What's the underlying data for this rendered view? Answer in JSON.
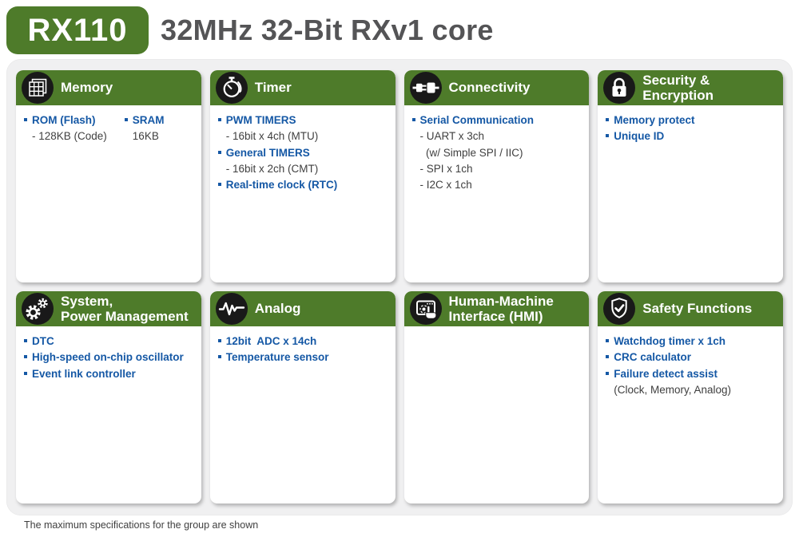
{
  "header": {
    "badge": "RX110",
    "title": "32MHz 32-Bit RXv1 core"
  },
  "colors": {
    "green": "#4e7b2a",
    "blue": "#1558a5",
    "text_dark": "#3f3f3f",
    "title_gray": "#545456",
    "icon_bg": "#191919",
    "panel_bg": "#f0f0f1",
    "card_bg": "#ffffff"
  },
  "cards": [
    {
      "name": "memory",
      "icon": "memory-grid-icon",
      "title": "Memory",
      "columns": [
        {
          "items": [
            {
              "label": "ROM (Flash)",
              "subs": [
                "- 128KB (Code)"
              ]
            }
          ]
        },
        {
          "items": [
            {
              "label": "SRAM",
              "subs": [
                "16KB"
              ]
            }
          ]
        }
      ]
    },
    {
      "name": "timer",
      "icon": "stopwatch-icon",
      "title": "Timer",
      "items": [
        {
          "label": "PWM TIMERS",
          "subs": [
            "- 16bit x 4ch (MTU)"
          ]
        },
        {
          "label": "General TIMERS",
          "subs": [
            "- 16bit x 2ch (CMT)"
          ]
        },
        {
          "label": "Real-time clock (RTC)",
          "subs": []
        }
      ]
    },
    {
      "name": "connectivity",
      "icon": "plug-icon",
      "title": "Connectivity",
      "items": [
        {
          "label": "Serial Communication",
          "subs": [
            "- UART x 3ch",
            "  (w/ Simple SPI / IIC)",
            "- SPI x 1ch",
            "- I2C x 1ch"
          ]
        }
      ]
    },
    {
      "name": "security-encryption",
      "icon": "padlock-icon",
      "title": "Security &\nEncryption",
      "items": [
        {
          "label": "Memory protect",
          "subs": []
        },
        {
          "label": "Unique ID",
          "subs": []
        }
      ]
    },
    {
      "name": "system-power-management",
      "icon": "gears-icon",
      "title": "System,\nPower Management",
      "items": [
        {
          "label": "DTC",
          "subs": []
        },
        {
          "label": "High-speed on-chip oscillator",
          "subs": []
        },
        {
          "label": "Event link controller",
          "subs": []
        }
      ]
    },
    {
      "name": "analog",
      "icon": "waveform-icon",
      "title": "Analog",
      "items": [
        {
          "label": "12bit  ADC x 14ch",
          "subs": []
        },
        {
          "label": "Temperature sensor",
          "subs": []
        }
      ]
    },
    {
      "name": "hmi",
      "icon": "touch-screen-icon",
      "title": "Human-Machine\nInterface (HMI)",
      "items": []
    },
    {
      "name": "safety-functions",
      "icon": "shield-check-icon",
      "title": "Safety Functions",
      "items": [
        {
          "label": "Watchdog timer x 1ch",
          "subs": []
        },
        {
          "label": "CRC calculator",
          "subs": []
        },
        {
          "label": "Failure detect assist",
          "subs": [
            "(Clock, Memory, Analog)"
          ]
        }
      ]
    }
  ],
  "footer": {
    "note": "The maximum specifications for the group are shown"
  }
}
